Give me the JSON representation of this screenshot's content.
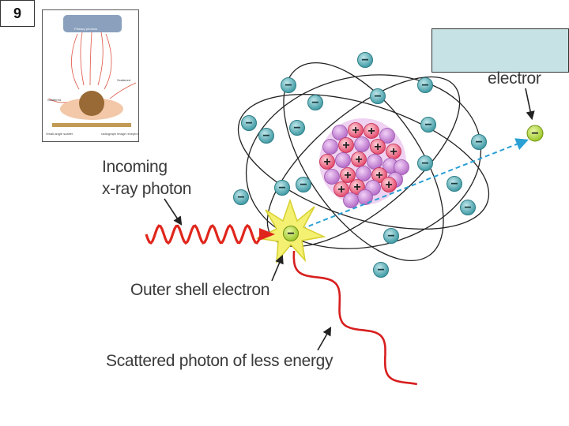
{
  "slide": {
    "number": "9"
  },
  "labels": {
    "incoming_line1": "Incoming",
    "incoming_line2": "x-ray photon",
    "outer_shell": "Outer shell electron",
    "scattered": "Scattered photon of less energy",
    "ejected": "electror"
  },
  "thumbnail": {
    "header": "Primary photons",
    "left_note": "Scattered",
    "right_note": "Scattered",
    "bottom_left": "Small-angle scatter",
    "bottom_right": "radiograph image receptor"
  },
  "symbols": {
    "electron": "−",
    "proton": "+"
  },
  "colors": {
    "electron_fill": "#4aa7b0",
    "ejected_electron_fill": "#b7dc3a",
    "incoming_wave": "#e0261c",
    "scattered_wave": "#d81e1e",
    "orbit": "#222222",
    "dashed_path": "#2aa0d4",
    "flash": "#f3f072",
    "proton": "#e84a6e",
    "neutron": "#c07fd0"
  }
}
